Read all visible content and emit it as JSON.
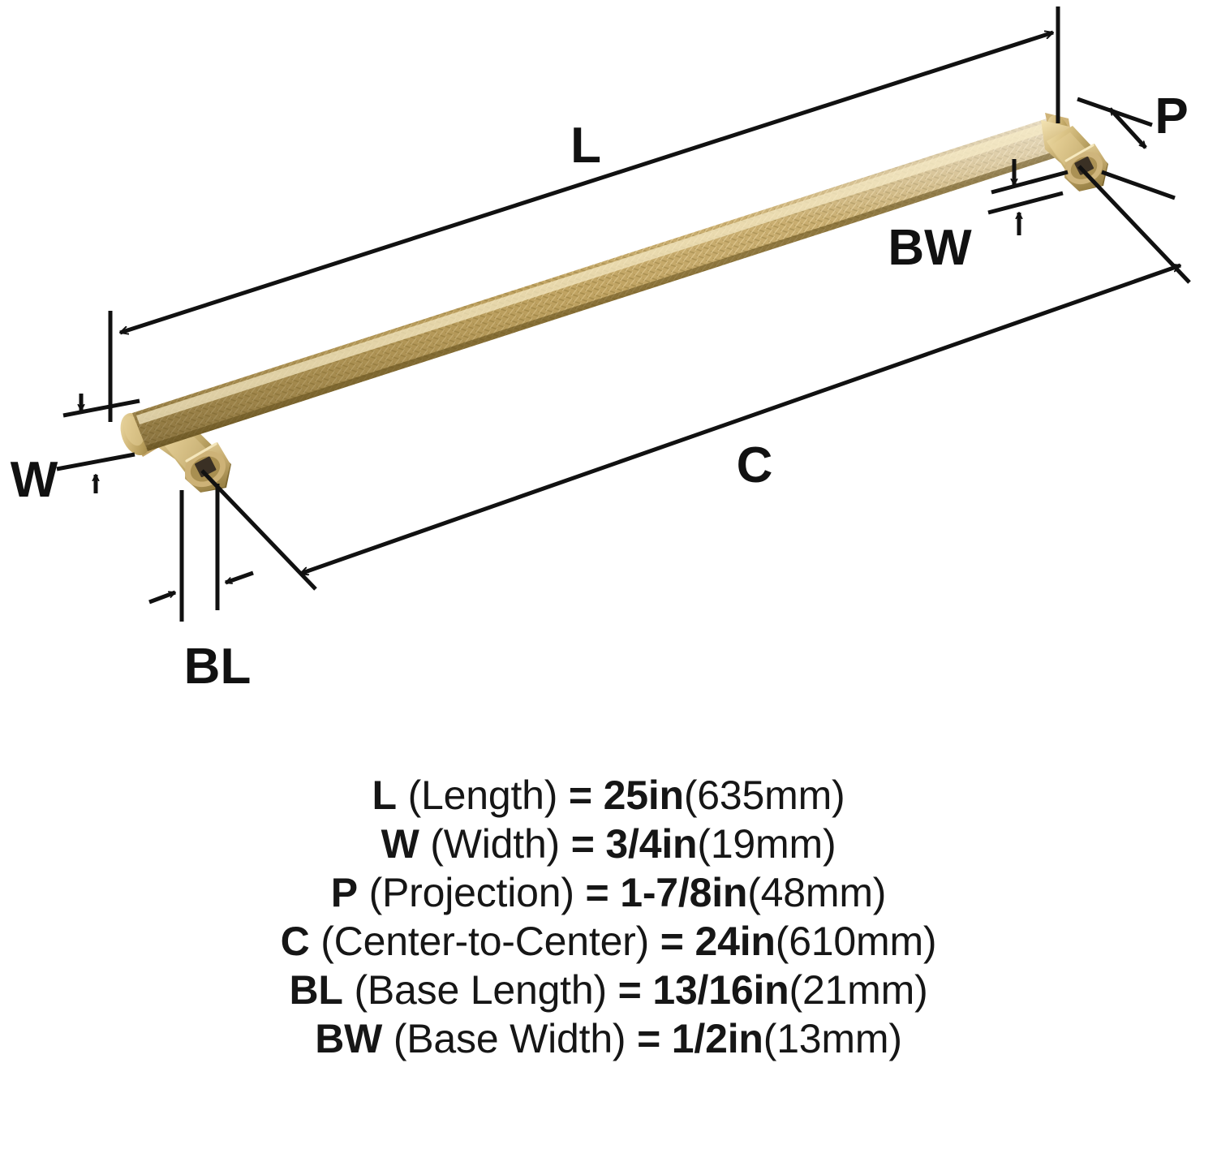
{
  "diagram": {
    "product_type": "bar-pull-handle",
    "finish_color": "#c9ae72",
    "line_color": "#111111",
    "background_color": "#ffffff",
    "dimension_labels": {
      "length": "L",
      "width": "W",
      "projection": "P",
      "center_to_center": "C",
      "base_length": "BL",
      "base_width": "BW"
    }
  },
  "legend": {
    "rows": [
      {
        "symbol": "L",
        "name": "(Length)",
        "equals": "=",
        "imperial": "25in",
        "metric": "(635mm)"
      },
      {
        "symbol": "W",
        "name": "(Width)",
        "equals": "=",
        "imperial": "3/4in",
        "metric": "(19mm)"
      },
      {
        "symbol": "P",
        "name": "(Projection)",
        "equals": "=",
        "imperial": "1-7/8in",
        "metric": "(48mm)"
      },
      {
        "symbol": "C",
        "name": "(Center-to-Center)",
        "equals": "=",
        "imperial": "24in",
        "metric": "(610mm)"
      },
      {
        "symbol": "BL",
        "name": "(Base Length)",
        "equals": "=",
        "imperial": "13/16in",
        "metric": "(21mm)"
      },
      {
        "symbol": "BW",
        "name": "(Base Width)",
        "equals": "=",
        "imperial": "1/2in",
        "metric": "(13mm)"
      }
    ]
  }
}
